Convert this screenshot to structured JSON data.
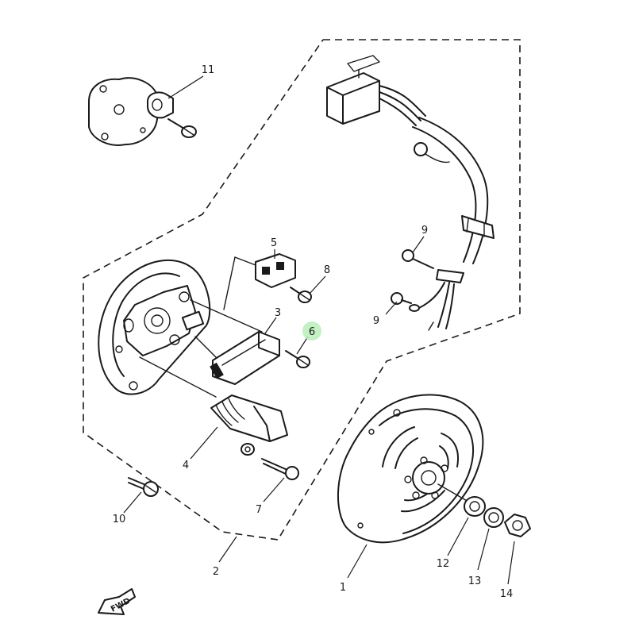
{
  "callouts": {
    "c1": "1",
    "c2": "2",
    "c3": "3",
    "c4": "4",
    "c5": "5",
    "c6": "6",
    "c7": "7",
    "c8": "8",
    "c9a": "9",
    "c9b": "9",
    "c10": "10",
    "c11": "11",
    "c12": "12",
    "c13": "13",
    "c14": "14"
  },
  "highlighted_callout": "6",
  "highlight_color": "#b9efb9",
  "direction_marker": "FWD"
}
